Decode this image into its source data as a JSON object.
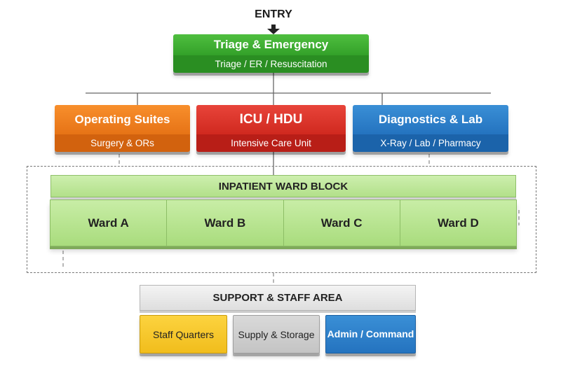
{
  "entry": {
    "label": "ENTRY"
  },
  "triage": {
    "title": "Triage & Emergency",
    "subtitle": "Triage / ER / Resuscitation",
    "color": "#33a129"
  },
  "departments": [
    {
      "title": "Operating Suites",
      "subtitle": "Surgery & ORs",
      "color": "#e67316"
    },
    {
      "title": "ICU / HDU",
      "subtitle": "Intensive Care Unit",
      "color": "#d0291f"
    },
    {
      "title": "Diagnostics & Lab",
      "subtitle": "X-Ray / Lab / Pharmacy",
      "color": "#2473bf"
    }
  ],
  "ward_block": {
    "title": "INPATIENT WARD BLOCK",
    "color": "#b2e08a",
    "wards": [
      "Ward A",
      "Ward B",
      "Ward C",
      "Ward D"
    ]
  },
  "support": {
    "title": "SUPPORT & STAFF AREA",
    "units": [
      {
        "label": "Staff Quarters",
        "color": "#f1bd1c"
      },
      {
        "label": "Supply & Storage",
        "color": "#c4c4c4"
      },
      {
        "label": "Admin / Command",
        "color": "#2473bf"
      }
    ]
  }
}
